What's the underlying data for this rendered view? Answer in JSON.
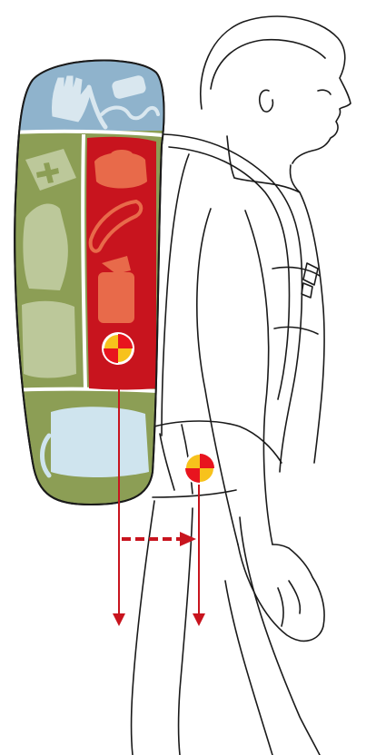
{
  "figure": {
    "background": "#ffffff",
    "line_color": "#1a1a1a",
    "zones": [
      {
        "name": "top-zone",
        "color": "#8fb3cc",
        "items": [
          "gloves-icon",
          "tube-icon",
          "sunglasses-icon"
        ]
      },
      {
        "name": "core-zone",
        "color": "#c8141e",
        "items": [
          "cookpot-icon",
          "carabiner-icon",
          "stove-icon"
        ]
      },
      {
        "name": "side-zone",
        "color": "#8c9e55",
        "items": [
          "first-aid-icon",
          "clothing-icon",
          "towel-icon"
        ]
      },
      {
        "name": "bottom-zone",
        "color": "#8c9e55",
        "items": [
          "sleeping-bag-icon"
        ]
      }
    ],
    "markers": [
      {
        "name": "pack-center-of-gravity",
        "colors": [
          "#e8141e",
          "#f7c21c"
        ]
      },
      {
        "name": "body-center-of-gravity",
        "colors": [
          "#e8141e",
          "#f7c21c"
        ]
      }
    ],
    "arrow_color": "#c8141e"
  }
}
